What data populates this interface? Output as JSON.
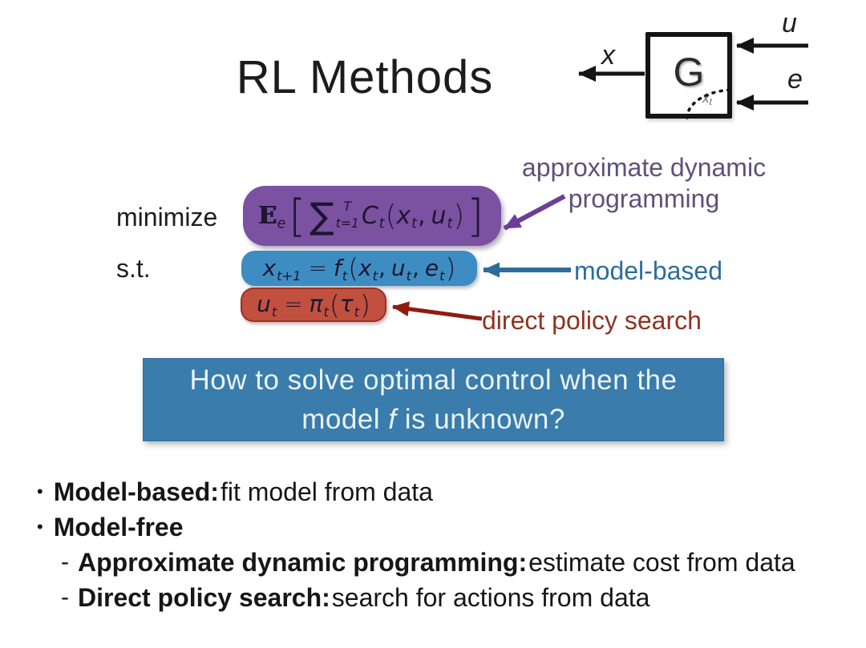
{
  "colors": {
    "purple-box": "#7b51a1",
    "blue-box": "#3e8dc2",
    "red-box": "#c1503f",
    "question-box": "#3a7cab",
    "purple-label": "#5c527a",
    "purple-arrow": "#6a3f96",
    "blue-label": "#2e6d99",
    "red-label": "#8e3322",
    "red-arrow": "#8e1d0e",
    "eq-text": "#1e1630",
    "question-text": "#e8f3fa",
    "body-text": "#161616"
  },
  "title": "RL Methods",
  "diagram": {
    "block": "G",
    "output": "x",
    "input_top": "u",
    "input_bottom": "e",
    "state_main": "x",
    "state_sub": "t"
  },
  "optimization": {
    "minimize": "minimize",
    "subject_to": "s.t.",
    "objective_tokens": [
      {
        "t": "E",
        "style": "bb",
        "sub": "e"
      },
      {
        "t": "[",
        "style": "bracket"
      },
      {
        "t": "∑",
        "style": "bigop"
      },
      {
        "sup": "T",
        "sub": "t=1",
        "style": "limits"
      },
      {
        "t": "C",
        "style": "it",
        "sub": "t"
      },
      {
        "t": "(",
        "style": "paren"
      },
      {
        "t": "x",
        "style": "it",
        "sub": "t"
      },
      {
        "t": ",",
        "style": "plain"
      },
      {
        "t": "u",
        "style": "it",
        "sub": "t"
      },
      {
        "t": ")",
        "style": "paren"
      },
      {
        "t": "]",
        "style": "bracket"
      }
    ],
    "dynamics_tokens": [
      {
        "t": "x",
        "style": "it",
        "sub": "t+1"
      },
      {
        "t": "=",
        "style": "rel"
      },
      {
        "t": "f",
        "style": "it",
        "sub": "t"
      },
      {
        "t": "(",
        "style": "paren"
      },
      {
        "t": "x",
        "style": "it",
        "sub": "t"
      },
      {
        "t": ",",
        "style": "plain"
      },
      {
        "t": "u",
        "style": "it",
        "sub": "t"
      },
      {
        "t": ",",
        "style": "plain"
      },
      {
        "t": "e",
        "style": "it",
        "sub": "t"
      },
      {
        "t": ")",
        "style": "paren"
      }
    ],
    "policy_tokens": [
      {
        "t": "u",
        "style": "it",
        "sub": "t"
      },
      {
        "t": "=",
        "style": "rel"
      },
      {
        "t": "π",
        "style": "it",
        "sub": "t"
      },
      {
        "t": "(",
        "style": "paren"
      },
      {
        "t": "τ",
        "style": "it",
        "sub": "t"
      },
      {
        "t": ")",
        "style": "paren"
      }
    ]
  },
  "annotations": {
    "adp_line1": "approximate dynamic",
    "adp_line2": "programming",
    "model_based": "model-based",
    "dps": "direct policy search"
  },
  "question": {
    "line1": "How to solve optimal control when the",
    "line2_pre": "model ",
    "line2_italic": "f",
    "line2_post": " is unknown?"
  },
  "bullets": [
    {
      "marker": "•",
      "bold": "Model-based:",
      "rest": " fit model from data"
    },
    {
      "marker": "•",
      "bold": "Model-free",
      "rest": ""
    },
    {
      "marker": "-",
      "bold": "Approximate dynamic programming:",
      "rest": " estimate cost from data"
    },
    {
      "marker": "-",
      "bold": "Direct policy search:",
      "rest": " search for actions from data"
    }
  ]
}
